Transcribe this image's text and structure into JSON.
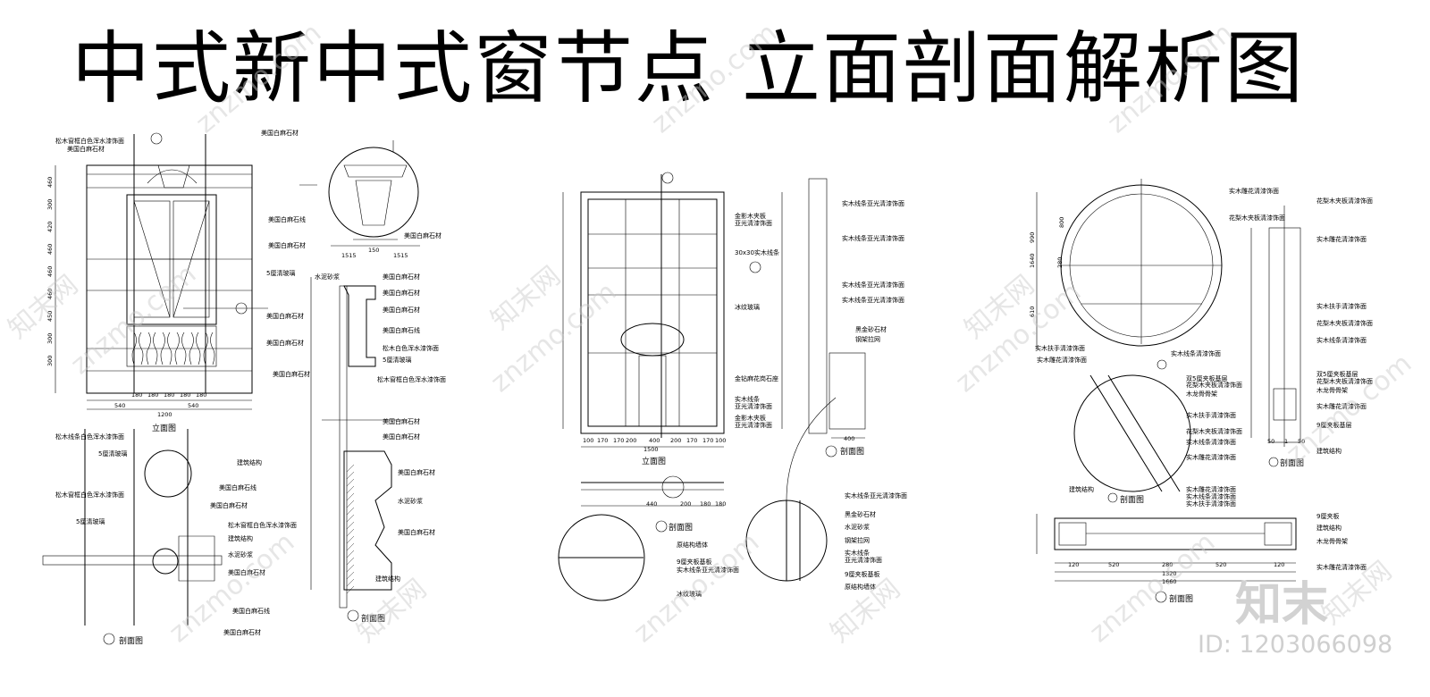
{
  "title": "中式新中式窗节点  立面剖面解析图",
  "watermark": {
    "site": "znzmo.com",
    "brand": "知末网",
    "logo": "知末",
    "id": "ID: 1203066098"
  },
  "panel1": {
    "labels": [
      "松木窗框白色浑水漆饰面",
      "美国白麻石材",
      "美国白麻石材",
      "美国白麻石线",
      "美国白麻石材",
      "5厘清玻璃",
      "美国白麻石材",
      "美国白麻石材",
      "美国白麻石材"
    ],
    "caption": "立面图",
    "dims_left": [
      "460",
      "300",
      "420",
      "460",
      "460",
      "460",
      "450",
      "300",
      "300"
    ],
    "dims_bottom": [
      "180",
      "180",
      "180",
      "180",
      "180",
      "540",
      "540",
      "1200"
    ],
    "detail_dims": [
      "150",
      "1515",
      "1515"
    ]
  },
  "panel1_section": {
    "labels": [
      "水泥砂浆",
      "美国白麻石材",
      "美国白麻石材",
      "美国白麻石材",
      "美国白麻石线",
      "松木白色浑水漆饰面",
      "5厘清玻璃",
      "松木窗框白色浑水漆饰面",
      "美国白麻石材",
      "美国白麻石材",
      "美国白麻石材",
      "水泥砂浆",
      "美国白麻石材",
      "建筑结构"
    ],
    "caption": "剖面图"
  },
  "panel1_plan": {
    "labels": [
      "松木线条白色浑水漆饰面",
      "5厘清玻璃",
      "松木窗框白色浑水漆饰面",
      "建筑结构",
      "美国白麻石线",
      "美国白麻石材",
      "5厘清玻璃",
      "松木窗框白色浑水漆饰面",
      "建筑结构",
      "水泥砂浆",
      "美国白麻石材",
      "美国白麻石线",
      "美国白麻石材"
    ],
    "caption": "剖面图"
  },
  "panel2": {
    "labels": [
      "金影木夹板",
      "亚光清漆饰面",
      "30x30实木线条",
      "冰纹玻璃",
      "金钻麻花岗石座",
      "实木线条",
      "亚光清漆饰面",
      "金影木夹板",
      "亚光清漆饰面"
    ],
    "caption": "立面图",
    "dims_bottom": [
      "100",
      "170",
      "170",
      "200",
      "400",
      "200",
      "170",
      "170",
      "100",
      "1500"
    ]
  },
  "panel2_section": {
    "labels": [
      "实木线条亚光清漆饰面",
      "实木线条亚光清漆饰面",
      "实木线条亚光清漆饰面",
      "实木线条亚光清漆饰面",
      "黑金砂石材",
      "钢架拉网"
    ],
    "caption": "剖面图",
    "dim": "400"
  },
  "panel2_plan": {
    "labels": [
      "原结构墙体",
      "9厘夹板基板",
      "实木线条亚光清漆饰面",
      "冰纹玻璃"
    ],
    "caption": "剖面图",
    "dims": [
      "440",
      "200",
      "180",
      "180"
    ]
  },
  "panel2_detail": {
    "labels": [
      "实木线条亚光清漆饰面",
      "黑金砂石材",
      "水泥砂浆",
      "钢架拉网",
      "实木线条",
      "亚光清漆饰面",
      "9厘夹板基板",
      "原结构墙体"
    ]
  },
  "panel3": {
    "labels": [
      "实木雕花清漆饰面",
      "花梨木夹板清漆饰面",
      "实木扶手清漆饰面",
      "实木雕花清漆饰面",
      "实木线条清漆饰面"
    ],
    "dims_left": [
      "990",
      "1640",
      "610",
      "280",
      "800"
    ]
  },
  "panel3_side": {
    "labels": [
      "花梨木夹板清漆饰面",
      "实木雕花清漆饰面",
      "实木扶手清漆饰面",
      "花梨木夹板清漆饰面",
      "实木线条清漆饰面",
      "双5厘夹板基层",
      "花梨木夹板清漆饰面",
      "木龙骨骨架",
      "实木雕花清漆饰面",
      "9厘夹板基层",
      "建筑结构"
    ],
    "caption": "剖面图",
    "dims_bottom": [
      "50",
      "1",
      "50"
    ]
  },
  "panel3_section": {
    "labels": [
      "双5厘夹板基层",
      "花梨木夹板清漆饰面",
      "木龙骨骨架",
      "实木扶手清漆饰面",
      "花梨木夹板清漆饰面",
      "实木线条清漆饰面",
      "实木雕花清漆饰面",
      "建筑结构"
    ],
    "caption": "剖面图"
  },
  "panel3_plan": {
    "labels": [
      "实木雕花清漆饰面",
      "实木线条清漆饰面",
      "实木扶手清漆饰面",
      "9厘夹板",
      "建筑结构",
      "木龙骨骨架",
      "实木雕花清漆饰面"
    ],
    "caption": "剖面图",
    "dims": [
      "120",
      "520",
      "280",
      "520",
      "120",
      "1320",
      "1660"
    ]
  }
}
